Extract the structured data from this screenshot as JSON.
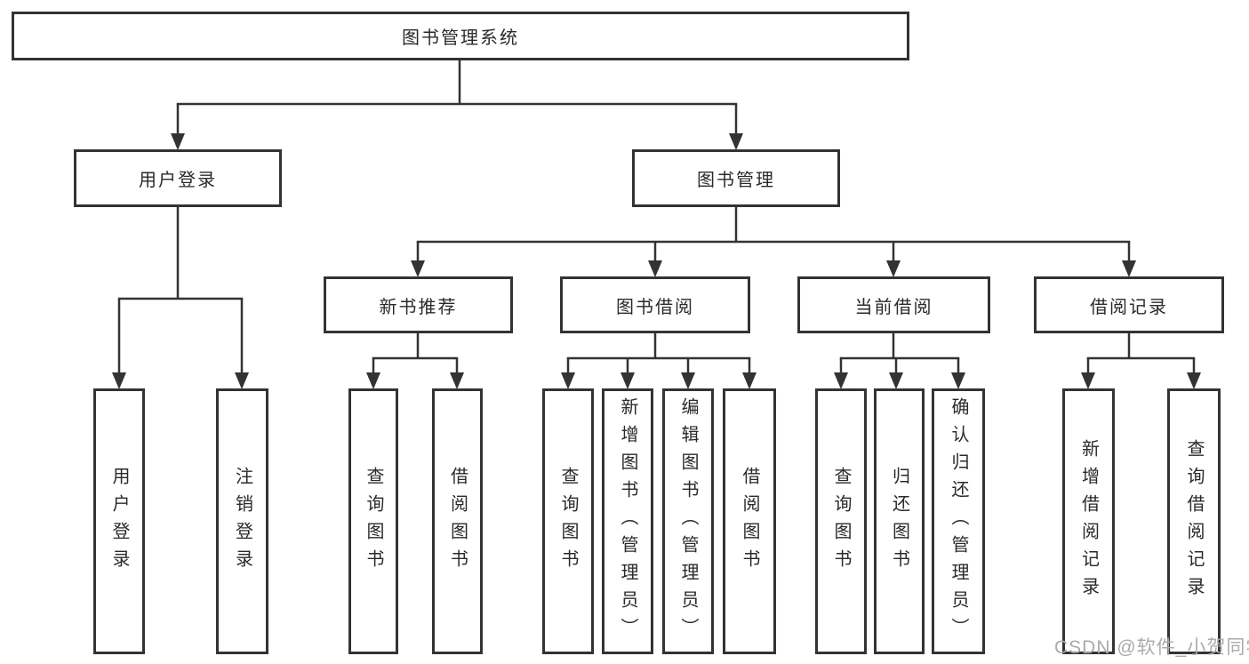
{
  "colors": {
    "background": "#ffffff",
    "line": "#333333",
    "text": "#2a2a2a",
    "watermark": "#ababab"
  },
  "watermark": {
    "text": "CSDN @软件_小贺同学"
  },
  "diagram": {
    "type": "tree",
    "root": {
      "label": "图书管理系统",
      "children": [
        {
          "label": "用户登录",
          "children": [
            {
              "label": "用户登录"
            },
            {
              "label": "注销登录"
            }
          ]
        },
        {
          "label": "图书管理",
          "children": [
            {
              "label": "新书推荐",
              "children": [
                {
                  "label": "查询图书"
                },
                {
                  "label": "借阅图书"
                }
              ]
            },
            {
              "label": "图书借阅",
              "children": [
                {
                  "label": "查询图书"
                },
                {
                  "label": "新增图书（管理员）"
                },
                {
                  "label": "编辑图书（管理员）"
                },
                {
                  "label": "借阅图书"
                }
              ]
            },
            {
              "label": "当前借阅",
              "children": [
                {
                  "label": "查询图书"
                },
                {
                  "label": "归还图书"
                },
                {
                  "label": "确认归还（管理员）"
                }
              ]
            },
            {
              "label": "借阅记录",
              "children": [
                {
                  "label": "新增借阅记录"
                },
                {
                  "label": "查询借阅记录"
                }
              ]
            }
          ]
        }
      ]
    }
  }
}
